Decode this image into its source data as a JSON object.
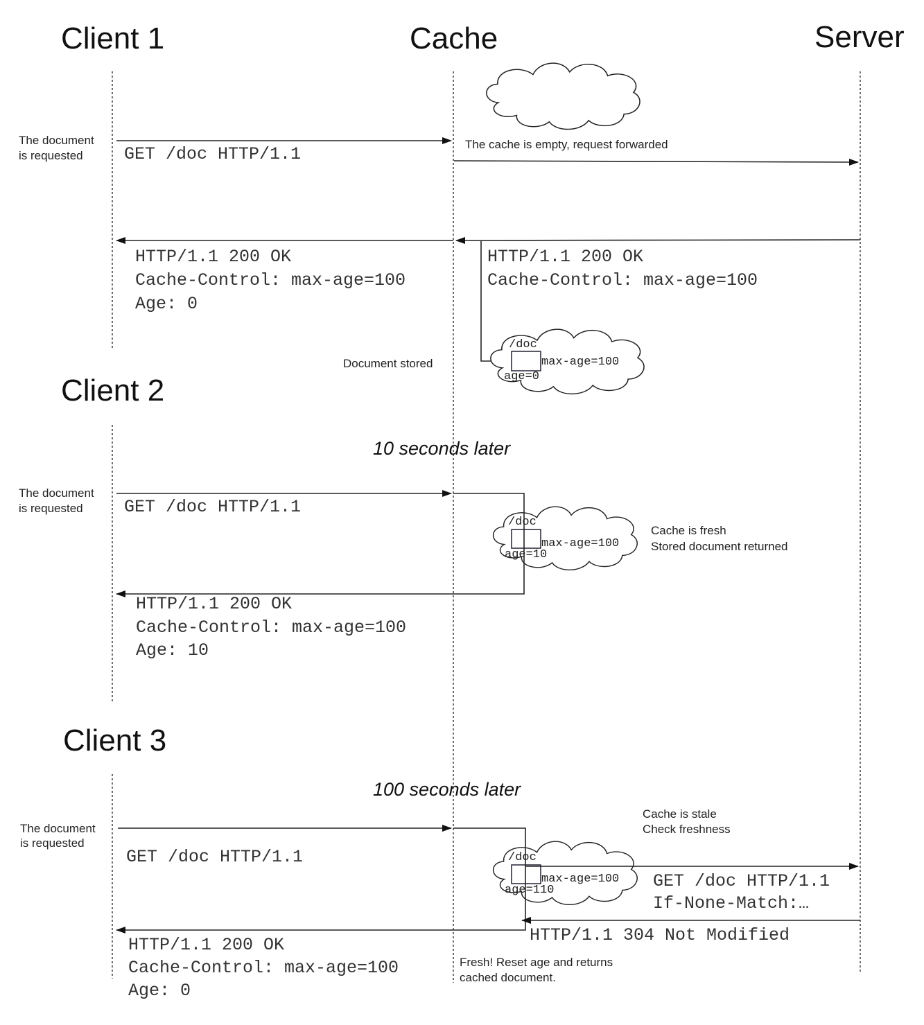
{
  "titles": {
    "client1": "Client 1",
    "cache": "Cache",
    "server": "Server",
    "client2": "Client 2",
    "client3": "Client 3"
  },
  "scenario1": {
    "note_requested": [
      "The document",
      "is requested"
    ],
    "request": "GET  /doc  HTTP/1.1",
    "cache_empty_note": "The cache is empty, request forwarded",
    "server_response": [
      "HTTP/1.1  200  OK",
      "Cache-Control:  max-age=100"
    ],
    "client_response": [
      "HTTP/1.1  200  OK",
      "Cache-Control:  max-age=100",
      "Age:  0"
    ],
    "stored_note": "Document stored",
    "cloud": {
      "doc": "/doc",
      "maxage": "max-age=100",
      "age": "age=0"
    }
  },
  "scenario2": {
    "later": "10 seconds later",
    "note_requested": [
      "The document",
      "is requested"
    ],
    "request": "GET  /doc  HTTP/1.1",
    "fresh_note": [
      "Cache is fresh",
      "Stored document returned"
    ],
    "client_response": [
      "HTTP/1.1  200  OK",
      "Cache-Control:  max-age=100",
      "Age:  10"
    ],
    "cloud": {
      "doc": "/doc",
      "maxage": "max-age=100",
      "age": "age=10"
    }
  },
  "scenario3": {
    "later": "100 seconds later",
    "note_requested": [
      "The document",
      "is requested"
    ],
    "request": "GET  /doc  HTTP/1.1",
    "stale_note": [
      "Cache is stale",
      "Check freshness"
    ],
    "revalidate_request": [
      "GET  /doc  HTTP/1.1",
      "If-None-Match:…"
    ],
    "server_response": "HTTP/1.1  304  Not  Modified",
    "client_response": [
      "HTTP/1.1  200  OK",
      "Cache-Control:  max-age=100",
      "Age:  0"
    ],
    "fresh_reset_note": [
      "Fresh! Reset age and returns",
      "cached document."
    ],
    "cloud": {
      "doc": "/doc",
      "maxage": "max-age=100",
      "age": "age=110"
    }
  },
  "colors": {
    "stroke": "#222222",
    "background": "#ffffff"
  }
}
